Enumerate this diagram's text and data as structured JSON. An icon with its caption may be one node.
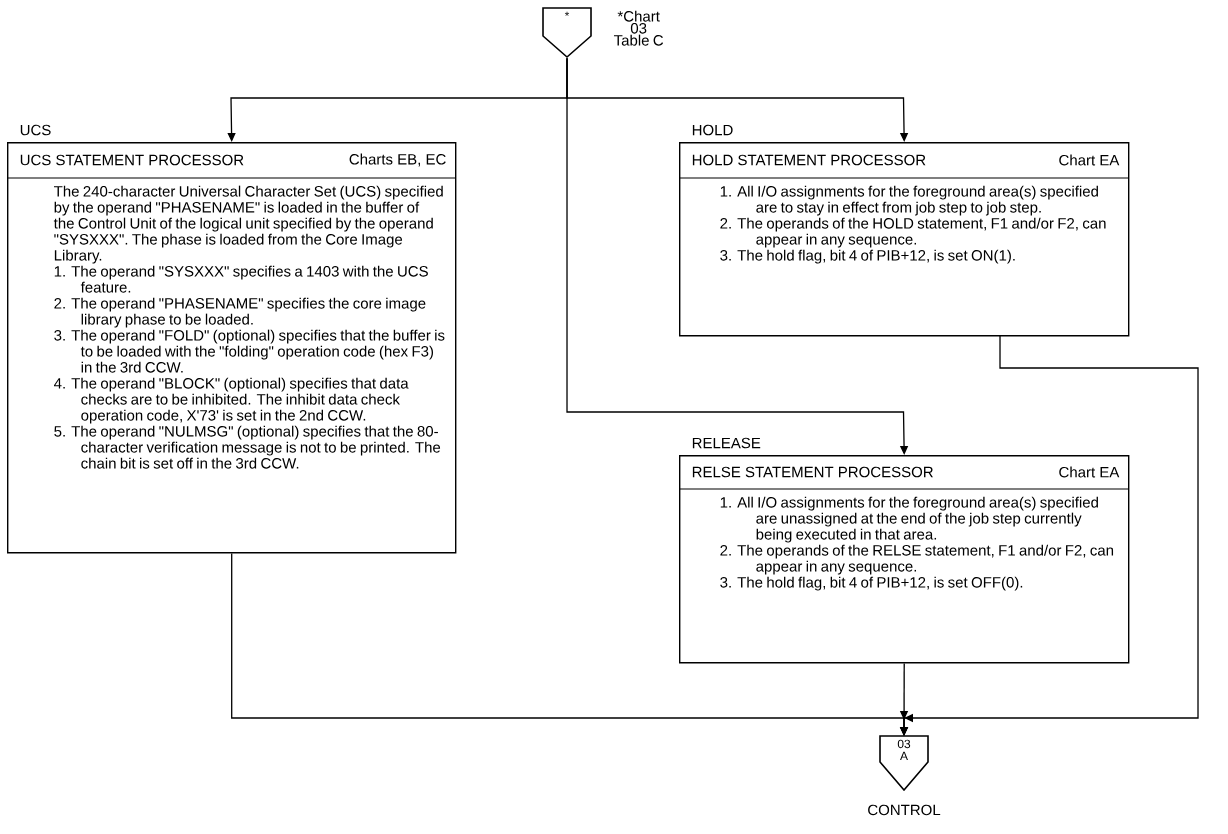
{
  "diagram": {
    "nodes": [
      {
        "text": [
          "*"
        ],
        "beside": [
          "*Chart 03 Table C"
        ]
      },
      {
        "text": [
          "UCS",
          "UCS STATEMENT PROCESSOR",
          "Charts EB, EC",
          "The 240-character Universal Character Set (UCS) specified by the operand \"PHASENAME\" is loaded in the buffer of the Control Unit of the logical unit specified by the operand \"SYSXXX\". The phase is loaded from the Core Image Library.",
          "1. The operand \"SYSXXX\" specifies a 1403 with the UCS feature.",
          "2. The operand \"PHASENAME\" specifies the core image library phase to be loaded.",
          "3. The operand \"FOLD\" (optional) specifies that the buffer is to be loaded with the \"folding\" operation code (hex F3) in the 3rd CCW.",
          "4. The operand \"BLOCK\" (optional) specifies that data checks are to be inhibited. The inhibit data check operation code, X'73' is set in the 2nd CCW.",
          "5. The operand \"NULMSG\" (optional) specifies that the 80-character verification message is not to be printed. The chain bit is set off in the 3rd CCW."
        ]
      },
      {
        "text": [
          "HOLD",
          "HOLD STATEMENT PROCESSOR",
          "Chart EA",
          "1. All I/O assignments for the foreground area(s) specified are to stay in effect from job step to job step.",
          "2. The operands of the HOLD statement, F1 and/or F2, can appear in any sequence.",
          "3. The hold flag, bit 4 of PIB+12, is set ON(1)."
        ]
      },
      {
        "text": [
          "RELEASE",
          "RELSE STATEMENT PROCESSOR",
          "Chart EA",
          "1. All I/O assignments for the foreground area(s) specified are unassigned at the end of the job step currently being executed in that area.",
          "2. The operands of the RELSE statement, F1 and/or F2, can appear in any sequence.",
          "3. The hold flag, bit 4 of PIB+12, is set OFF(0)."
        ]
      },
      {
        "text": [
          "03 A"
        ],
        "beside": [
          "CONTROL"
        ]
      }
    ],
    "edges": [
      {
        "from": 0,
        "to": 1,
        "arrow": "to"
      },
      {
        "from": 0,
        "to": 2,
        "arrow": "to"
      },
      {
        "from": 0,
        "to": 3,
        "arrow": "to"
      },
      {
        "from": 1,
        "to": 4,
        "arrow": "to"
      },
      {
        "from": 2,
        "to": 4,
        "arrow": "to"
      },
      {
        "from": 3,
        "to": 4,
        "arrow": "to"
      }
    ]
  }
}
